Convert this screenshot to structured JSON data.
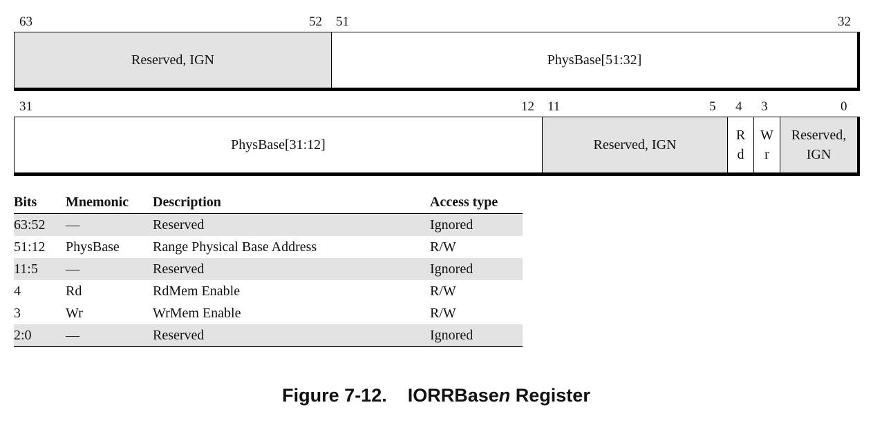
{
  "upper": {
    "bits": {
      "b63": "63",
      "b52": "52",
      "b51": "51",
      "b32": "32"
    },
    "fields": [
      {
        "label": "Reserved, IGN"
      },
      {
        "label": "PhysBase[51:32]"
      }
    ]
  },
  "lower": {
    "bits": {
      "b31": "31",
      "b12": "12",
      "b11": "11",
      "b5": "5",
      "b4": "4",
      "b3": "3",
      "b0": "0"
    },
    "fields": [
      {
        "label": "PhysBase[31:12]"
      },
      {
        "label": "Reserved, IGN"
      },
      {
        "line1": "R",
        "line2": "d"
      },
      {
        "line1": "W",
        "line2": "r"
      },
      {
        "line1": "Reserved,",
        "line2": "IGN"
      }
    ]
  },
  "table": {
    "headers": [
      "Bits",
      "Mnemonic",
      "Description",
      "Access type"
    ],
    "rows": [
      [
        "63:52",
        "—",
        "Reserved",
        "Ignored"
      ],
      [
        "51:12",
        "PhysBase",
        "Range Physical Base Address",
        "R/W"
      ],
      [
        "11:5",
        "—",
        "Reserved",
        "Ignored"
      ],
      [
        "4",
        "Rd",
        "RdMem Enable",
        "R/W"
      ],
      [
        "3",
        "Wr",
        "WrMem Enable",
        "R/W"
      ],
      [
        "2:0",
        "—",
        "Reserved",
        "Ignored"
      ]
    ]
  },
  "caption": {
    "figure": "Figure 7-12.",
    "name_prefix": "IORRBase",
    "name_italic": "n",
    "name_suffix": " Register"
  },
  "colors": {
    "reserved_fill": "#e3e3e3"
  }
}
